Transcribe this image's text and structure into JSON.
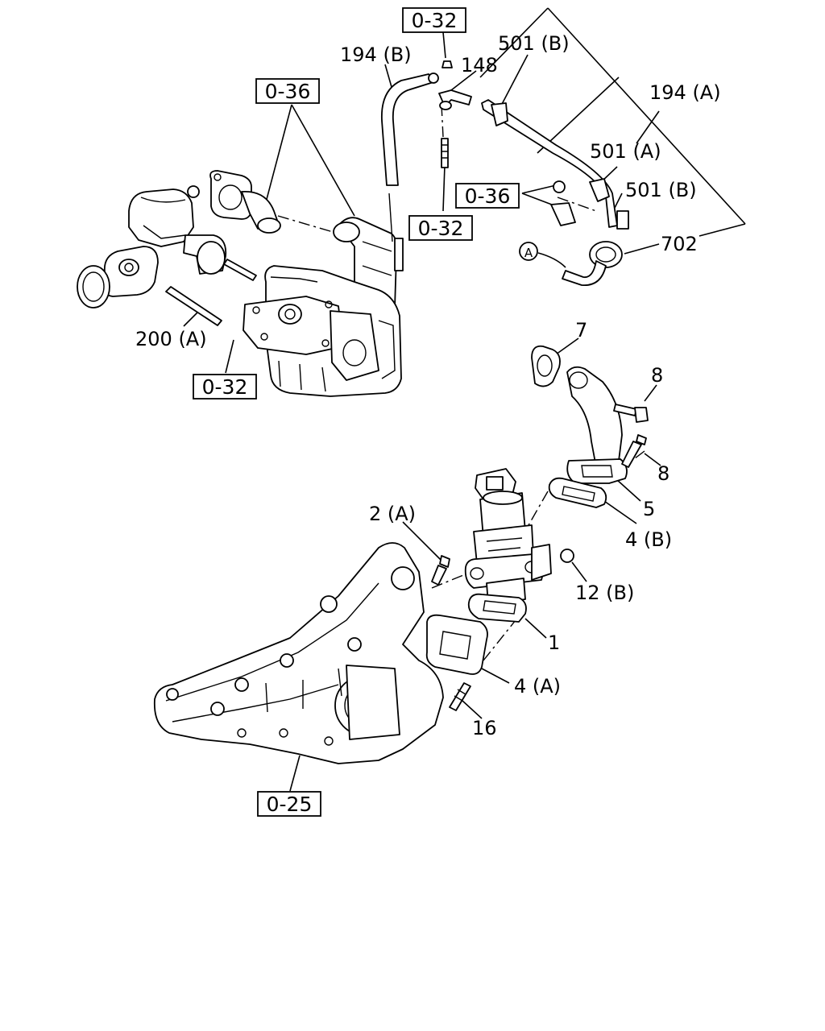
{
  "refs": {
    "ref_0_32_top": "0-32",
    "ref_0_36_left": "0-36",
    "ref_0_32_mid": "0-32",
    "ref_0_36_right": "0-36",
    "ref_0_32_left": "0-32",
    "ref_0_25": "0-25"
  },
  "callouts": {
    "c194b": "194 (B)",
    "c148": "148",
    "c501b_top": "501 (B)",
    "c194a": "194 (A)",
    "c501a": "501 (A)",
    "c501b_right": "501 (B)",
    "c702": "702",
    "cA": "A",
    "c200a": "200 (A)",
    "c7": "7",
    "c8a": "8",
    "c8b": "8",
    "c5": "5",
    "c4b": "4 (B)",
    "c2a": "2 (A)",
    "c12b": "12 (B)",
    "c1": "1",
    "c4a": "4 (A)",
    "c16": "16"
  }
}
